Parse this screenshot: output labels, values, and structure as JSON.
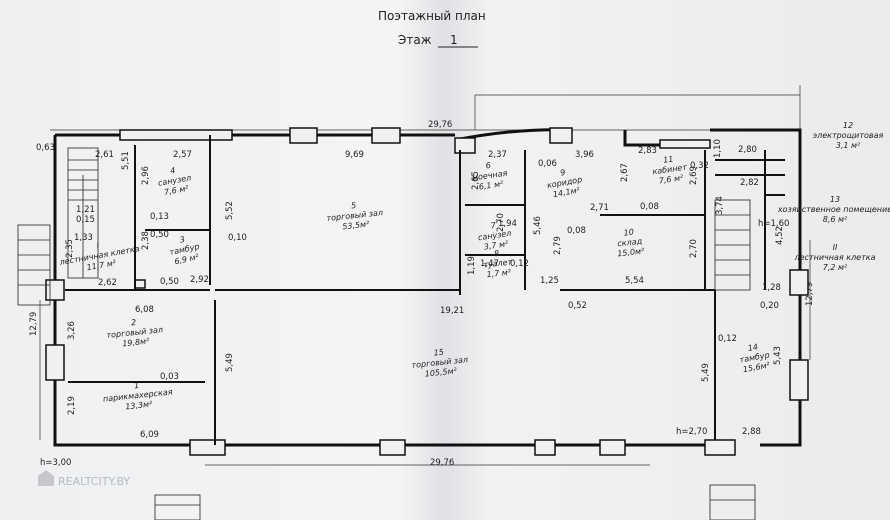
{
  "title": "Поэтажный план",
  "floor_label": "Этаж",
  "floor_number": "1",
  "watermark": "REALTCITY.BY",
  "overall_dims": {
    "top": "29,76",
    "bottom": "29,76",
    "mid": "19,21",
    "left_height": "12,79",
    "right_height": "12,79"
  },
  "rooms": [
    {
      "id": "r1",
      "num": "1",
      "name": "парикмахерская",
      "area": "13,3м²"
    },
    {
      "id": "r2",
      "num": "2",
      "name": "торговый зал",
      "area": "19,8м²"
    },
    {
      "id": "r3",
      "num": "3",
      "name": "тамбур",
      "area": "6,9 м²"
    },
    {
      "id": "r4",
      "num": "4",
      "name": "санузел",
      "area": "7,6 м²"
    },
    {
      "id": "r5",
      "num": "5",
      "name": "торговый зал",
      "area": "53,5м²"
    },
    {
      "id": "r6",
      "num": "6",
      "name": "моечная",
      "area": "6,1 м²"
    },
    {
      "id": "r7",
      "num": "7",
      "name": "санузел",
      "area": "3,7 м²"
    },
    {
      "id": "r8",
      "num": "8",
      "name": "туалет",
      "area": "1,7 м²"
    },
    {
      "id": "r9",
      "num": "9",
      "name": "коридор",
      "area": "14,1м²"
    },
    {
      "id": "r10",
      "num": "10",
      "name": "склад",
      "area": "15,0м²"
    },
    {
      "id": "r11",
      "num": "11",
      "name": "кабинет",
      "area": "7,6 м²"
    },
    {
      "id": "r12",
      "num": "12",
      "name": "электрощитовая",
      "area": "3,1 м²"
    },
    {
      "id": "r13",
      "num": "13",
      "name": "хозяйственное помещение",
      "area": "8,6 м²"
    },
    {
      "id": "r14",
      "num": "14",
      "name": "тамбур",
      "area": "15,6м²"
    },
    {
      "id": "r15",
      "num": "15",
      "name": "торговый зал",
      "area": "105,5м²"
    },
    {
      "id": "rI",
      "num": "I",
      "name": "лестничная клетка",
      "area": "11,7 м²"
    },
    {
      "id": "rII",
      "num": "II",
      "name": "лестничная клетка",
      "area": "7,2 м²"
    }
  ],
  "heights": {
    "left": "h=3,00",
    "right": "h=2,70",
    "stair": "h=1,60"
  },
  "dims": [
    "0,63",
    "2,61",
    "2,57",
    "9,69",
    "3,96",
    "2,37",
    "0,06",
    "2,83",
    "2,80",
    "0,32",
    "1,10",
    "5,51",
    "2,96",
    "1,21",
    "0,15",
    "1,33",
    "2,35",
    "0,13",
    "2,38",
    "0,50",
    "5,52",
    "0,10",
    "2,92",
    "2,62",
    "0,50",
    "6,08",
    "3,26",
    "0,03",
    "2,19",
    "6,09",
    "5,49",
    "2,65",
    "1,94",
    "2,70",
    "5,46",
    "0,12",
    "1,47",
    "1,19",
    "2,71",
    "0,08",
    "0,08",
    "2,79",
    "2,67",
    "2,69",
    "2,70",
    "2,82",
    "3,74",
    "4,52",
    "1,25",
    "5,54",
    "0,52",
    "1,28",
    "0,20",
    "0,12",
    "5,49",
    "5,43",
    "2,88"
  ]
}
